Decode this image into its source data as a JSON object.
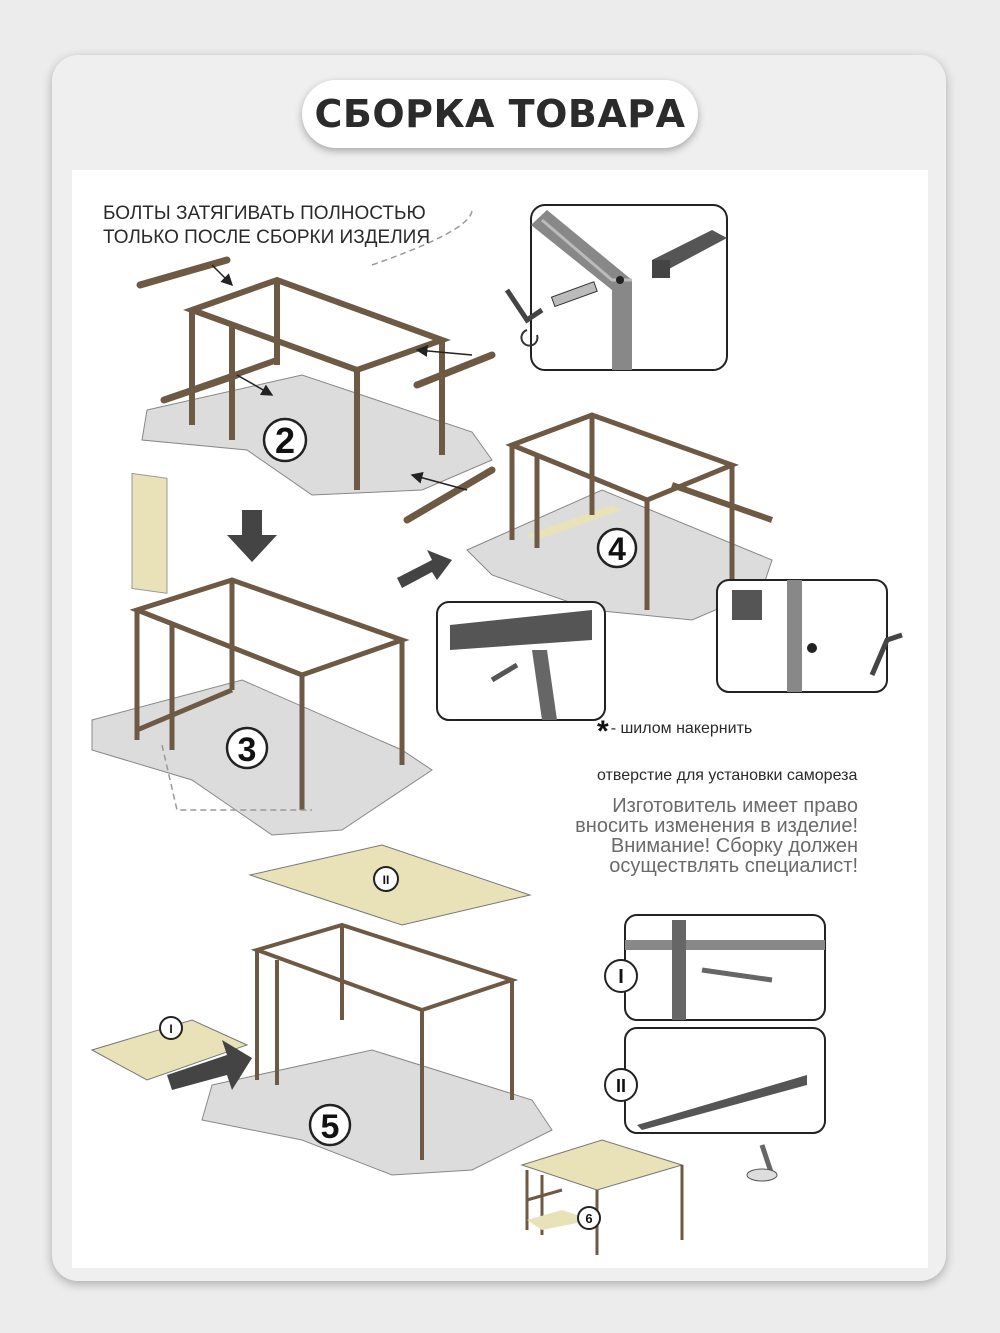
{
  "header": {
    "title": "СБОРКА ТОВАРА"
  },
  "notes": {
    "bolts": "БОЛТЫ ЗАТЯГИВАТЬ ПОЛНОСТЬЮ\nТОЛЬКО ПОСЛЕ СБОРКИ ИЗДЕЛИЯ",
    "awl_star": "*",
    "awl_line1": "- шилом накернить",
    "awl_line2": "отверстие для установки самореза",
    "manufacturer": "Изготовитель имеет право\nвносить изменения в изделие!\nВнимание! Сборку должен\nосуществлять специалист!"
  },
  "steps": {
    "s2": "2",
    "s3": "3",
    "s4": "4",
    "s5": "5",
    "s6": "6"
  },
  "parts": {
    "shelf": "I",
    "top": "II",
    "detail_shelf": "I",
    "detail_top": "II"
  },
  "colors": {
    "frame": "#6e5a44",
    "board": "#e9e2b8",
    "floor": "#dcdcdc",
    "metal": "#777777"
  },
  "icons": [
    "hex-key-icon",
    "screw-icon",
    "bolt-icon",
    "arrow-icon",
    "rotate-icon",
    "wood-screw-icon"
  ]
}
